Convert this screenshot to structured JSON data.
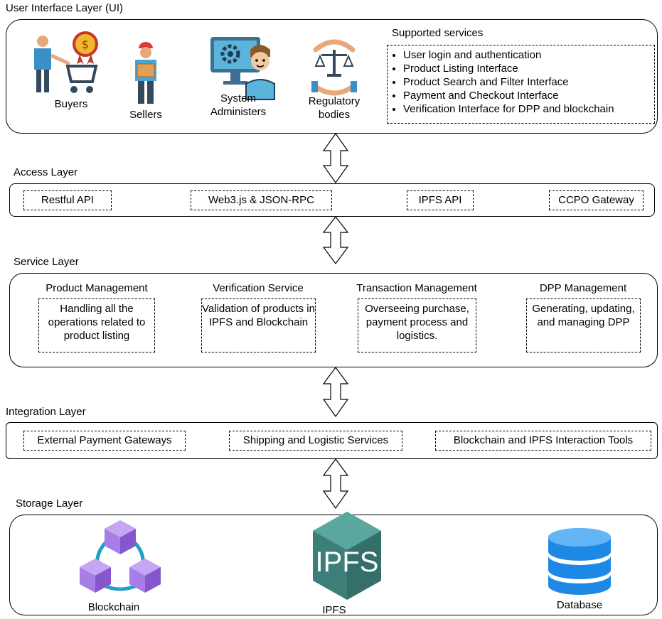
{
  "layers": {
    "ui": {
      "title": "User Interface Layer (UI)",
      "actors": [
        {
          "label": "Buyers",
          "icon": "buyer-shopping-cart-icon"
        },
        {
          "label": "Sellers",
          "icon": "seller-with-box-icon"
        },
        {
          "label": "System Administers",
          "icon": "system-admin-computer-icon"
        },
        {
          "label": "Regulatory bodies",
          "icon": "regulatory-scales-icon"
        }
      ],
      "services_title": "Supported services",
      "services": [
        "User login and authentication",
        "Product Listing Interface",
        "Product Search and Filter Interface",
        "Payment and Checkout Interface",
        "Verification Interface for DPP and blockchain"
      ]
    },
    "access": {
      "title": "Access Layer",
      "items": [
        "Restful API",
        "Web3.js & JSON-RPC",
        "IPFS API",
        "CCPO Gateway"
      ]
    },
    "service": {
      "title": "Service Layer",
      "items": [
        {
          "title": "Product Management",
          "desc": "Handling all the operations related to product listing"
        },
        {
          "title": "Verification Service",
          "desc": "Validation of products in IPFS and Blockchain"
        },
        {
          "title": "Transaction Management",
          "desc": "Overseeing purchase, payment process and logistics."
        },
        {
          "title": "DPP Management",
          "desc": "Generating, updating, and managing DPP"
        }
      ]
    },
    "integration": {
      "title": "Integration Layer",
      "items": [
        "External Payment Gateways",
        "Shipping and Logistic Services",
        "Blockchain and IPFS Interaction Tools"
      ]
    },
    "storage": {
      "title": "Storage Layer",
      "items": [
        {
          "label": "Blockchain",
          "icon": "blockchain-cubes-icon"
        },
        {
          "label": "IPFS",
          "icon": "ipfs-hexagon-icon",
          "logo_text": "IPFS"
        },
        {
          "label": "Database",
          "icon": "database-cylinder-icon"
        }
      ]
    }
  },
  "colors": {
    "blockchain_purple": "#9b6bdc",
    "blockchain_link": "#1f9fc9",
    "ipfs_teal": "#4a8f87",
    "database_blue": "#1e88e5"
  }
}
